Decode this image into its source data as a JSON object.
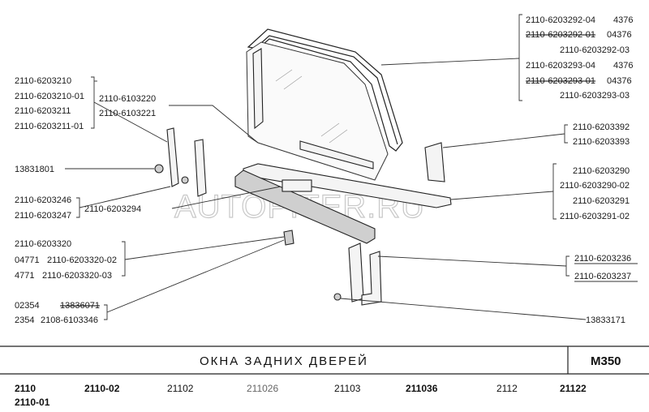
{
  "labels": {
    "left_group_1": [
      "2110-6203210",
      "2110-6203210-01",
      "2110-6203211",
      "2110-6203211-01"
    ],
    "middle_group_1": [
      "2110-6103220",
      "2110-6103221"
    ],
    "part_13831801": "13831801",
    "left_group_2": [
      "2110-6203246",
      "2110-6203247"
    ],
    "part_6203294": "2110-6203294",
    "left_group_3": [
      "2110-6203320",
      "04771",
      "2110-6203320-02",
      "4771",
      "2110-6203320-03"
    ],
    "left_group_4": [
      "02354",
      "13836071",
      "2354",
      "2108-6103346"
    ],
    "top_right_group": [
      {
        "code": "2110-6203292-04",
        "qty": "4376"
      },
      {
        "code": "2110-6203292-01",
        "qty": "04376"
      },
      {
        "code": "2110-6203292-03",
        "qty": ""
      },
      {
        "code": "2110-6203293-04",
        "qty": "4376"
      },
      {
        "code": "2110-6203293-01",
        "qty": "04376"
      },
      {
        "code": "2110-6203293-03",
        "qty": ""
      }
    ],
    "right_group_2": [
      "2110-6203392",
      "2110-6203393"
    ],
    "right_group_3": [
      "2110-6203290",
      "2110-6203290-02",
      "2110-6203291",
      "2110-6203291-02"
    ],
    "right_group_4": [
      "2110-6203236",
      "2110-6203237"
    ],
    "part_13833171": "13833171"
  },
  "watermark": "AUTOPITER.RU",
  "footer": {
    "title": "ОКНА ЗАДНИХ ДВЕРЕЙ",
    "code": "M350",
    "models": [
      "2110",
      "2110-01",
      "2110-02",
      "21102",
      "211026",
      "21103",
      "211036",
      "2112",
      "21122"
    ]
  },
  "colors": {
    "ink": "#1a1a1a",
    "paper": "#ffffff",
    "watermark": "#c8c8c8"
  }
}
